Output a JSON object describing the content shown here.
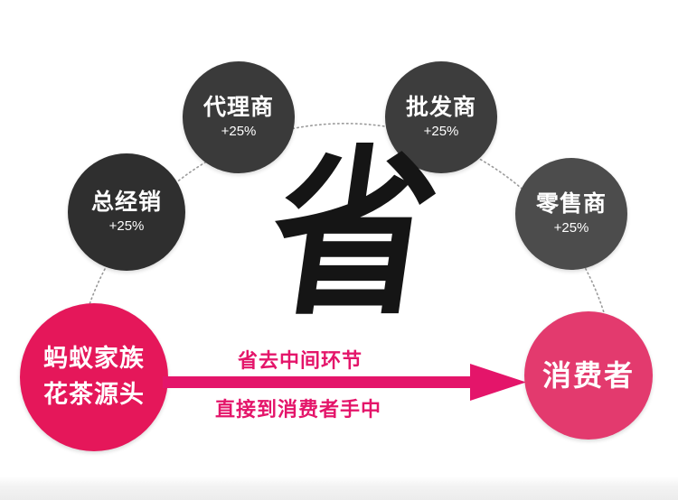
{
  "chain": {
    "distributor": {
      "name": "总经销",
      "markup": "+25%"
    },
    "agent": {
      "name": "代理商",
      "markup": "+25%"
    },
    "wholesaler": {
      "name": "批发商",
      "markup": "+25%"
    },
    "retailer": {
      "name": "零售商",
      "markup": "+25%"
    }
  },
  "source": {
    "line1": "蚂蚁家族",
    "line2": "花茶源头"
  },
  "consumer": {
    "name": "消费者"
  },
  "center_char": "省",
  "arrow_labels": {
    "top": "省去中间环节",
    "bottom": "直接到消费者手中"
  },
  "colors": {
    "accent_pink": "#e5175a",
    "consumer_pink": "#e33a6e",
    "dark_node": "#3a3a3a",
    "arrow": "#e4156a"
  }
}
